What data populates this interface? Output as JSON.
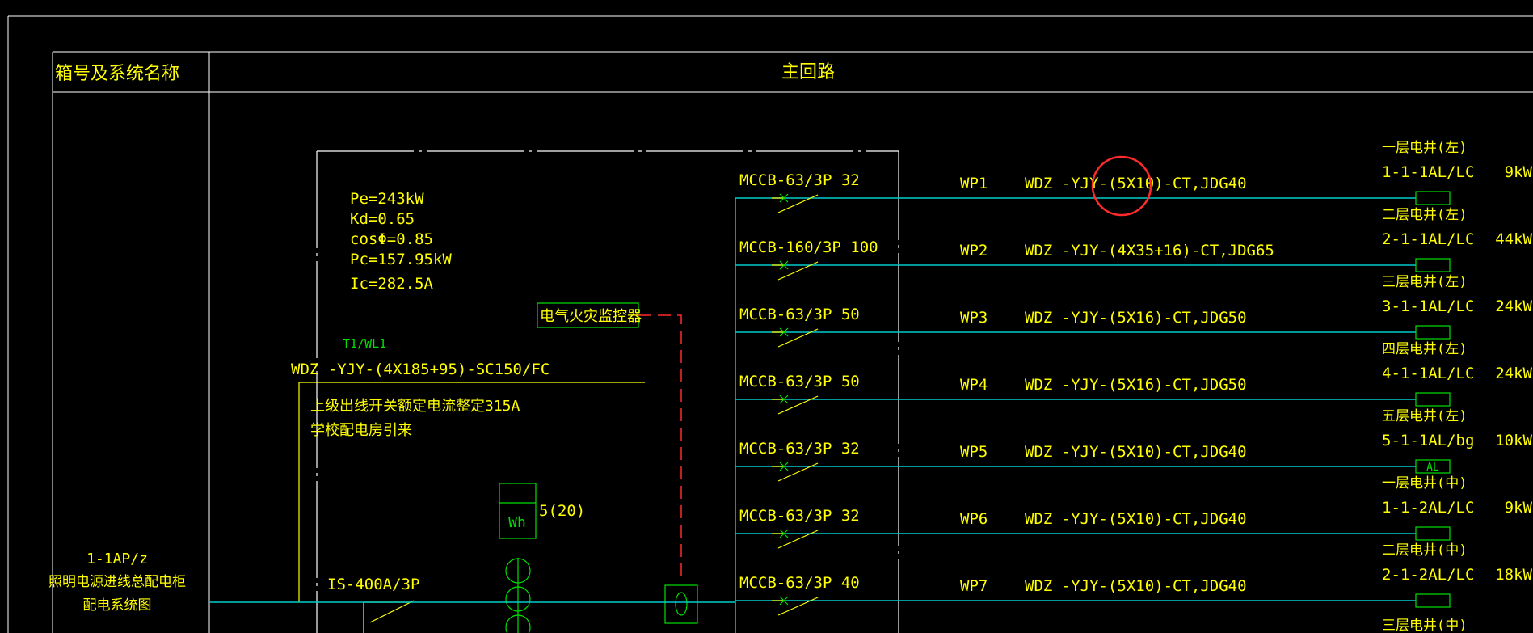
{
  "header": {
    "col1_title": "箱号及系统名称",
    "col2_title": "主回路"
  },
  "panel": {
    "id": "1-1AP/z",
    "name": "照明电源进线总配电柜",
    "desc": "配电系统图"
  },
  "load_calc": [
    "Pe=243kW",
    "Kd=0.65",
    "cosΦ=0.85",
    "Pc=157.95kW",
    "Ic=282.5A"
  ],
  "incoming": {
    "circuit": "T1/WL1",
    "cable": "WDZ -YJY-(4X185+95)-SC150/FC",
    "note1": "上级出线开关额定电流整定315A",
    "note2": "学校配电房引来",
    "switch": "IS-400A/3P",
    "meter_label": "Wh",
    "meter_rating": "5(20)",
    "fire_monitor": "电气火灾监控器"
  },
  "circuits": [
    {
      "breaker": "MCCB-63/3P 32",
      "id": "WP1",
      "cable": "WDZ -YJY-(5X10)-CT,JDG40",
      "floor": "一层电井(左)",
      "dest": "1-1-1AL/LC",
      "power": "9kW",
      "box": ""
    },
    {
      "breaker": "MCCB-160/3P 100",
      "id": "WP2",
      "cable": "WDZ -YJY-(4X35+16)-CT,JDG65",
      "floor": "二层电井(左)",
      "dest": "2-1-1AL/LC",
      "power": "44kW",
      "box": ""
    },
    {
      "breaker": "MCCB-63/3P 50",
      "id": "WP3",
      "cable": "WDZ -YJY-(5X16)-CT,JDG50",
      "floor": "三层电井(左)",
      "dest": "3-1-1AL/LC",
      "power": "24kW",
      "box": ""
    },
    {
      "breaker": "MCCB-63/3P 50",
      "id": "WP4",
      "cable": "WDZ -YJY-(5X16)-CT,JDG50",
      "floor": "四层电井(左)",
      "dest": "4-1-1AL/LC",
      "power": "24kW",
      "box": ""
    },
    {
      "breaker": "MCCB-63/3P 32",
      "id": "WP5",
      "cable": "WDZ -YJY-(5X10)-CT,JDG40",
      "floor": "五层电井(左)",
      "dest": "5-1-1AL/bg",
      "power": "10kW",
      "box": "AL"
    },
    {
      "breaker": "MCCB-63/3P 32",
      "id": "WP6",
      "cable": "WDZ -YJY-(5X10)-CT,JDG40",
      "floor": "一层电井(中)",
      "dest": "1-1-2AL/LC",
      "power": "9kW",
      "box": ""
    },
    {
      "breaker": "MCCB-63/3P 40",
      "id": "WP7",
      "cable": "WDZ -YJY-(5X10)-CT,JDG40",
      "floor": "二层电井(中)",
      "dest": "2-1-2AL/LC",
      "power": "18kW",
      "box": ""
    }
  ],
  "trailing_floor": "三层电井(中)",
  "colors": {
    "text": "#ffff00",
    "cyan": "#00cccc",
    "green": "#00e000",
    "red": "#ff2a2a",
    "frame": "#ffffff"
  }
}
